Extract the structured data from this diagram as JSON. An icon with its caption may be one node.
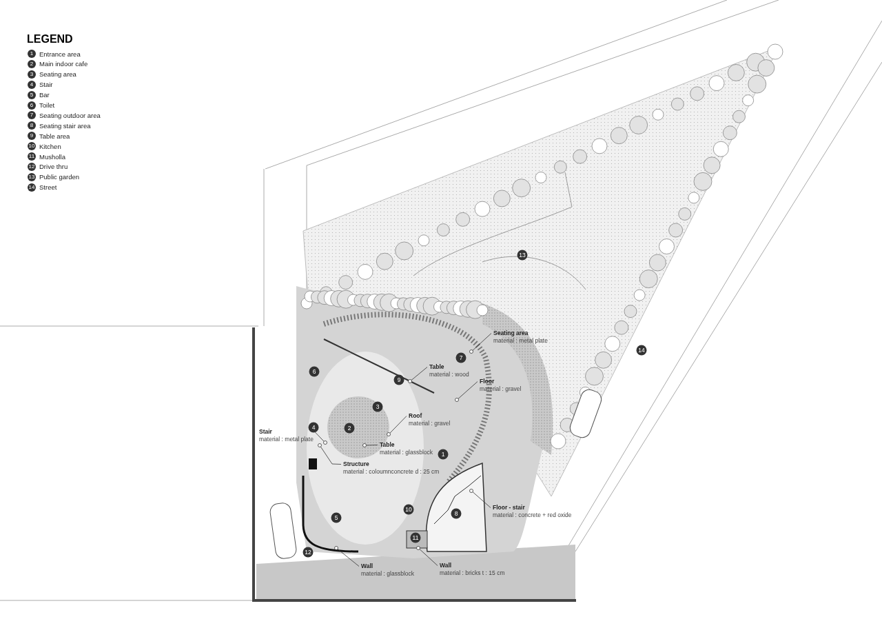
{
  "diagram": {
    "title": "LEGEND",
    "nodes": [
      {
        "text": [
          "Seating area",
          "material : metal plate"
        ]
      },
      {
        "text": [
          "Table",
          "material : wood"
        ]
      },
      {
        "text": [
          "Floor",
          "material : gravel"
        ]
      },
      {
        "text": [
          "Roof",
          "material : gravel"
        ]
      },
      {
        "text": [
          "Stair",
          "material : metal plate"
        ]
      },
      {
        "text": [
          "Table",
          "material : glassblock"
        ]
      },
      {
        "text": [
          "Structure",
          "material : coloumnconcrete d : 25 cm"
        ]
      },
      {
        "text": [
          "Floor - stair",
          "material : concrete + red oxide"
        ]
      },
      {
        "text": [
          "Wall",
          "material : glassblock"
        ]
      },
      {
        "text": [
          "Wall",
          "material : bricks t : 15 cm"
        ]
      },
      {
        "text": [],
        "shape": "circle"
      },
      {
        "text": [],
        "shape": "circle"
      },
      {
        "text": [],
        "shape": "circle"
      },
      {
        "text": [],
        "shape": "circle"
      },
      {
        "text": [],
        "shape": "circle"
      },
      {
        "text": [],
        "shape": "circle"
      },
      {
        "text": [],
        "shape": "circle"
      },
      {
        "text": [],
        "shape": "circle"
      },
      {
        "text": [],
        "shape": "circle"
      },
      {
        "text": [],
        "shape": "circle"
      }
    ],
    "edges": [
      {
        "from": 0,
        "to": 10,
        "arrow": "none"
      },
      {
        "from": 1,
        "to": 11,
        "arrow": "none"
      },
      {
        "from": 2,
        "to": 12,
        "arrow": "none"
      },
      {
        "from": 3,
        "to": 13,
        "arrow": "none"
      },
      {
        "from": 4,
        "to": 14,
        "arrow": "none"
      },
      {
        "from": 5,
        "to": 15,
        "arrow": "none"
      },
      {
        "from": 6,
        "to": 16,
        "arrow": "none"
      },
      {
        "from": 7,
        "to": 17,
        "arrow": "none"
      },
      {
        "from": 8,
        "to": 18,
        "arrow": "none"
      },
      {
        "from": 9,
        "to": 19,
        "arrow": "none"
      }
    ],
    "labels": [
      "1",
      "2",
      "3",
      "4",
      "5",
      "6",
      "7",
      "8",
      "9",
      "10",
      "11",
      "12",
      "13",
      "14",
      "13",
      "14",
      "7",
      "6",
      "9",
      "3",
      "2",
      "4",
      "1",
      "10",
      "5",
      "8",
      "11",
      "12"
    ],
    "legend": [
      {
        "text": "Entrance area"
      },
      {
        "text": "Main indoor cafe"
      },
      {
        "text": "Seating area"
      },
      {
        "text": "Stair"
      },
      {
        "text": "Bar"
      },
      {
        "text": "Toilet"
      },
      {
        "text": "Seating outdoor area"
      },
      {
        "text": "Seating stair  area"
      },
      {
        "text": "Table area"
      },
      {
        "text": "Kitchen"
      },
      {
        "text": "Musholla"
      },
      {
        "text": "Drive thru"
      },
      {
        "text": "Public garden"
      },
      {
        "text": "Street"
      }
    ]
  }
}
